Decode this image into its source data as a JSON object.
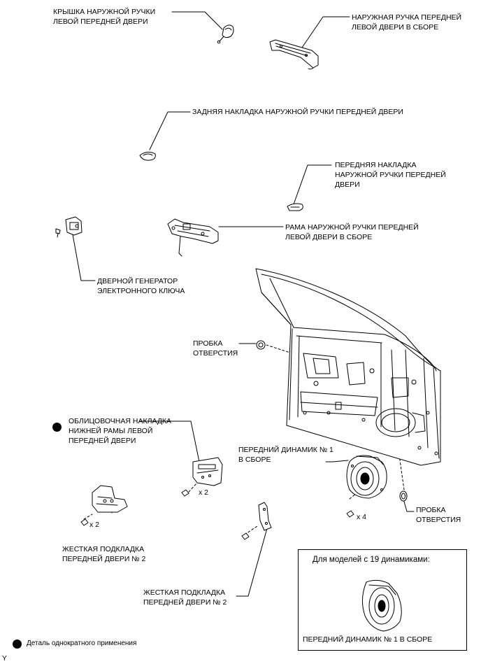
{
  "labels": {
    "cover": [
      "КРЫШКА НАРУЖНОЙ РУЧКИ",
      "ЛЕВОЙ ПЕРЕДНЕЙ ДВЕРИ"
    ],
    "outer_handle": [
      "НАРУЖНАЯ РУЧКА ПЕРЕДНЕЙ",
      "ЛЕВОЙ ДВЕРИ В СБОРЕ"
    ],
    "rear_pad": [
      "ЗАДНЯЯ НАКЛАДКА НАРУЖНОЙ РУЧКИ ПЕРЕДНЕЙ ДВЕРИ"
    ],
    "front_pad": [
      "ПЕРЕДНЯЯ НАКЛАДКА",
      "НАРУЖНОЙ РУЧКИ ПЕРЕДНЕЙ",
      "ДВЕРИ"
    ],
    "frame": [
      "РАМА НАРУЖНОЙ РУЧКИ ПЕРЕДНЕЙ",
      "ЛЕВОЙ ДВЕРИ В СБОРЕ"
    ],
    "oscillator": [
      "ДВЕРНОЙ ГЕНЕРАТОР",
      "ЭЛЕКТРОННОГО КЛЮЧА"
    ],
    "plug_upper": [
      "ПРОБКА",
      "ОТВЕРСТИЯ"
    ],
    "garnish": [
      "ОБЛИЦОВОЧНАЯ НАКЛАДКА",
      "НИЖНЕЙ РАМЫ ЛЕВОЙ",
      "ПЕРЕДНЕЙ ДВЕРИ"
    ],
    "speaker": [
      "ПЕРЕДНИЙ ДИНАМИК № 1",
      "В СБОРЕ"
    ],
    "plug_lower": [
      "ПРОБКА",
      "ОТВЕРСТИЯ"
    ],
    "stiffener_left": [
      "ЖЕСТКАЯ ПОДКЛАДКА",
      "ПЕРЕДНЕЙ ДВЕРИ № 2"
    ],
    "stiffener_center": [
      "ЖЕСТКАЯ ПОДКЛАДКА",
      "ПЕРЕДНЕЙ ДВЕРИ № 2"
    ],
    "qty_garnish": "x 2",
    "qty_stiffener": "x 2",
    "qty_speaker": "x 4",
    "inset_title": "Для моделей с 19 динамиками:",
    "inset_part": "ПЕРЕДНИЙ ДИНАМИК № 1 В СБОРЕ",
    "legend": "Деталь однократного применения",
    "corner_mark": "Y"
  }
}
